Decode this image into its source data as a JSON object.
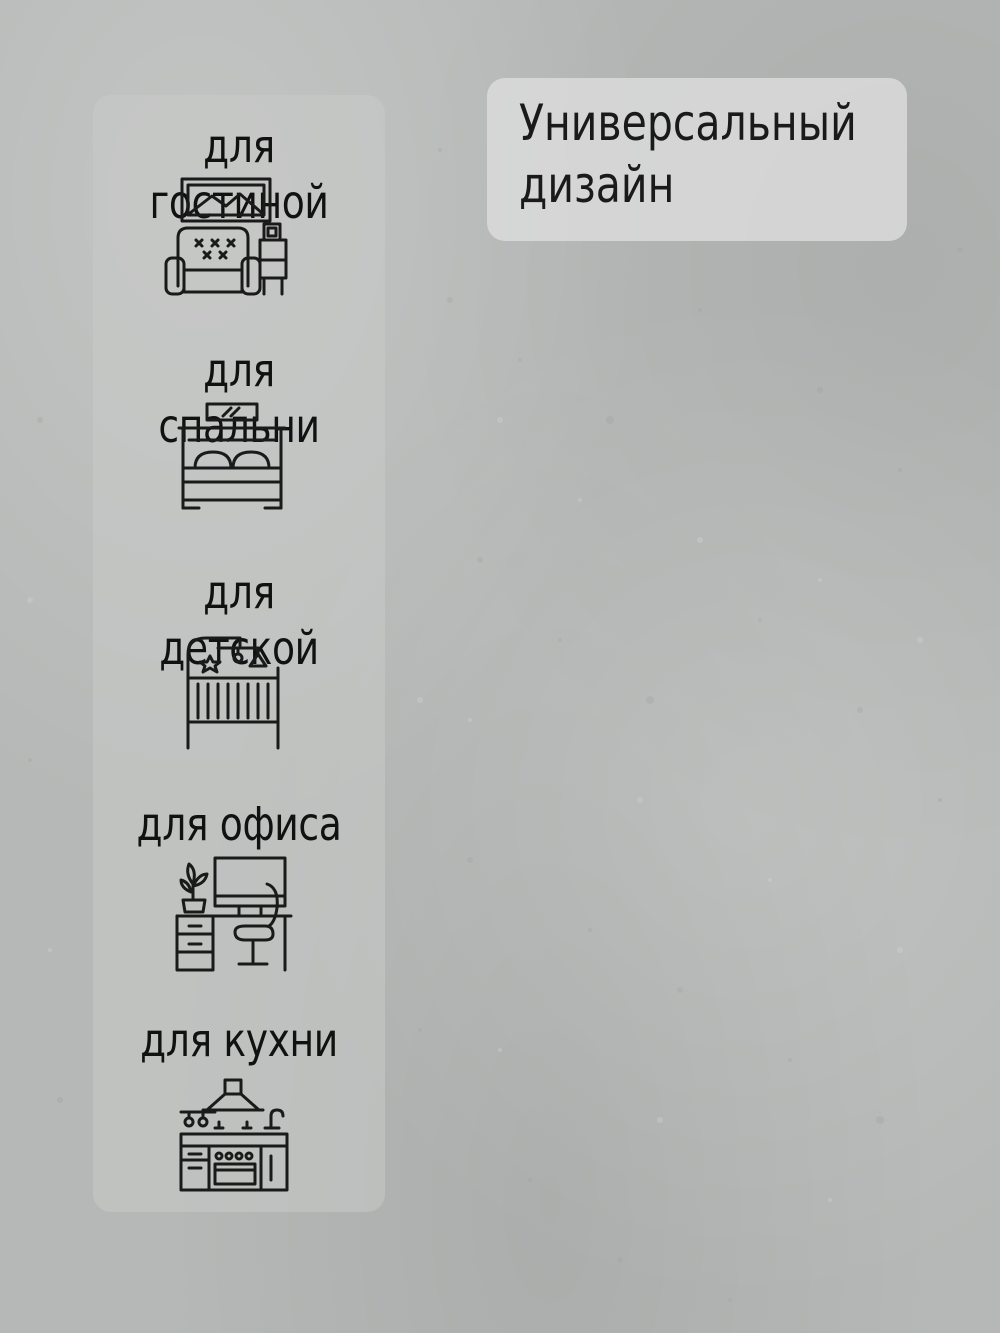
{
  "badge": {
    "text": "Универсальный\nдизайн"
  },
  "rooms": [
    {
      "label": "для гостиной",
      "icon": "living-room-icon"
    },
    {
      "label": "для спальни",
      "icon": "bedroom-icon"
    },
    {
      "label": "для детской",
      "icon": "nursery-crib-icon"
    },
    {
      "label": "для офиса",
      "icon": "office-desk-icon"
    },
    {
      "label": "для кухни",
      "icon": "kitchen-icon"
    }
  ],
  "colors": {
    "background": "#b5b8b6",
    "panel": "#c8cac9",
    "text": "#111111"
  }
}
